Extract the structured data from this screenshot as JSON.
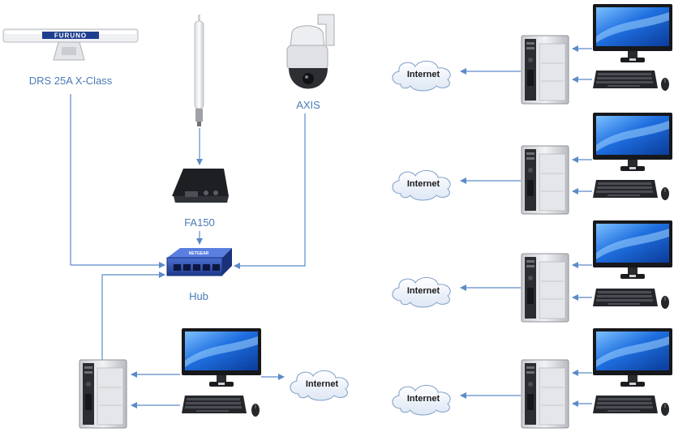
{
  "devices": {
    "radar": {
      "label": "DRS 25A X-Class",
      "brand": "FURUNO"
    },
    "camera": {
      "label": "AXIS"
    },
    "ais": {
      "label": "FA150"
    },
    "hub": {
      "label": "Hub",
      "brand": "NETGEAR"
    }
  },
  "cloud_label": "Internet",
  "colors": {
    "connector": "#5b8bc8",
    "label": "#4a7ab5",
    "hub_body": "#2f4fb0",
    "screen": "#1f6fe0"
  },
  "icons": {
    "radar": "radar-antenna-icon",
    "vhf": "vhf-antenna-icon",
    "camera": "ptz-camera-icon",
    "ais": "ais-receiver-icon",
    "hub": "network-hub-icon",
    "pc": "desktop-tower-icon",
    "monitor": "monitor-icon",
    "keyboard": "keyboard-icon",
    "mouse": "mouse-icon",
    "cloud": "internet-cloud-icon"
  }
}
